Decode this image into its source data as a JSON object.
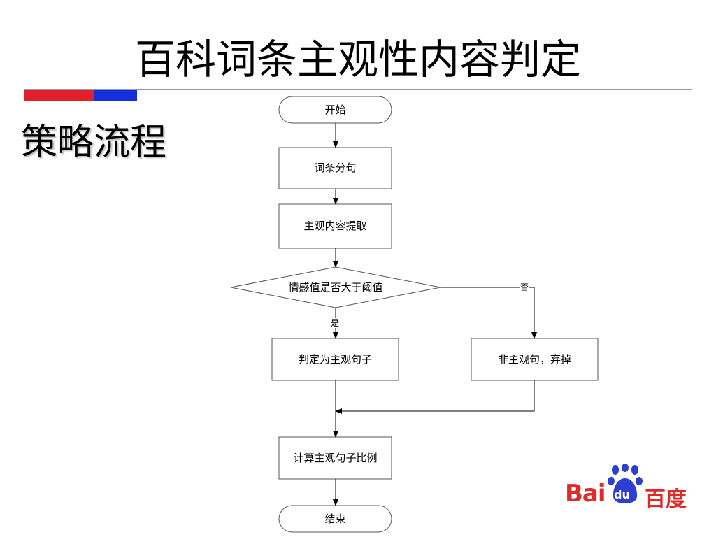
{
  "slide": {
    "title": "百科词条主观性内容判定",
    "subtitle": "策略流程"
  },
  "flowchart": {
    "nodes": {
      "start": "开始",
      "split": "词条分句",
      "extract": "主观内容提取",
      "decision": "情感值是否大于阈值",
      "subjective": "判定为主观句子",
      "discard": "非主观句，弃掉",
      "ratio": "计算主观句子比例",
      "end": "结束"
    },
    "edges": {
      "yes": "是",
      "no": "否"
    }
  },
  "logo": {
    "latin": "Bai",
    "badge": "du",
    "chinese": "百度",
    "color": "#de2a2a"
  },
  "colors": {
    "accent_red": "#e0202a",
    "accent_blue": "#1530d8"
  }
}
